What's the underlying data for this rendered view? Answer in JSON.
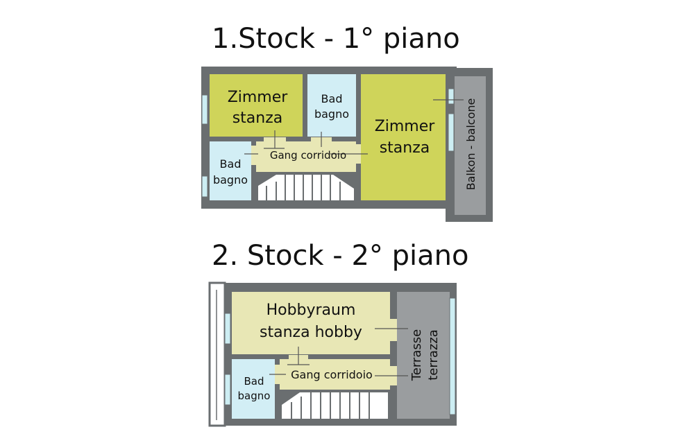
{
  "floor1": {
    "title": "1.Stock - 1° piano",
    "rooms": {
      "zimmer_left": [
        "Zimmer",
        "stanza"
      ],
      "bad_top": [
        "Bad",
        "bagno"
      ],
      "zimmer_right": [
        "Zimmer",
        "stanza"
      ],
      "bad_left": [
        "Bad",
        "bagno"
      ],
      "gang": "Gang corridoio",
      "balkon": "Balkon - balcone"
    }
  },
  "floor2": {
    "title": "2. Stock - 2° piano",
    "rooms": {
      "hobby": [
        "Hobbyraum",
        "stanza hobby"
      ],
      "terrasse": [
        "Terrasse",
        "terrazza"
      ],
      "bad": [
        "Bad",
        "bagno"
      ],
      "gang": "Gang corridoio"
    }
  },
  "colors": {
    "wall": "#6a6e70",
    "room_green": "#cfd45a",
    "room_cream": "#e8e7b5",
    "bath_blue": "#d2eef5",
    "balcony_grey": "#9a9d9f",
    "window_blue": "#cdeef3",
    "stair_white": "#ffffff"
  }
}
